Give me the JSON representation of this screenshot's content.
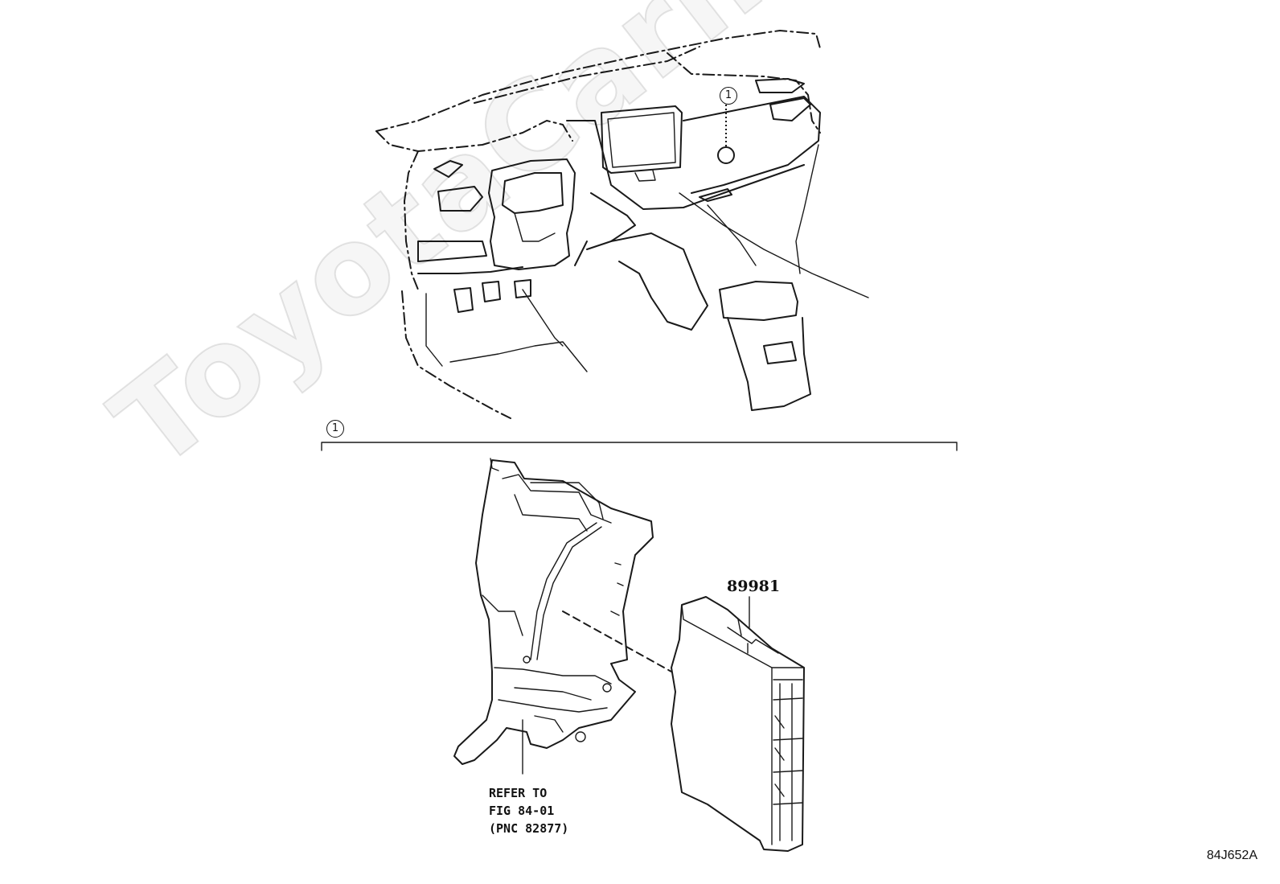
{
  "figure_code": "84J652A",
  "watermark": "ToyotaCarline.ru",
  "callouts": {
    "location_marker": "1",
    "detail_marker": "1"
  },
  "parts": {
    "ecu_part_number": "89981"
  },
  "reference_note": {
    "line1": "REFER TO",
    "line2": "FIG 84-01",
    "line3": "(PNC 82877)"
  }
}
